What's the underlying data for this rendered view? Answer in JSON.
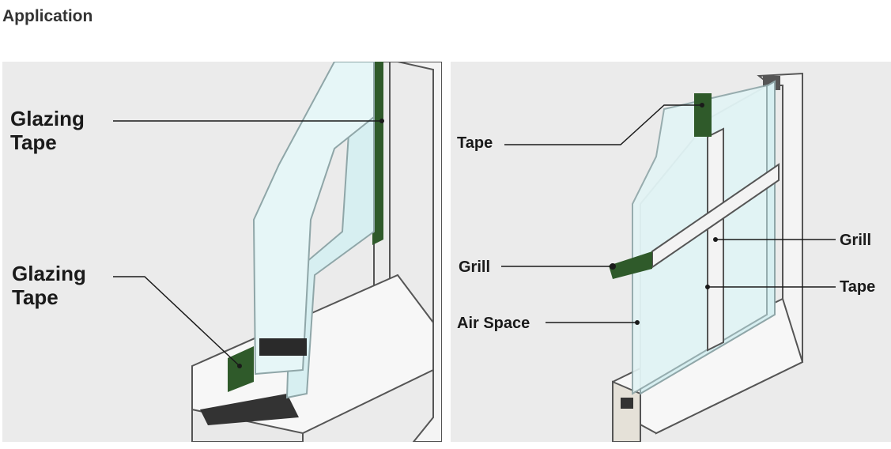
{
  "page": {
    "heading": "Application"
  },
  "left_diagram": {
    "label_top": [
      "Glazing",
      "Tape"
    ],
    "label_bottom": [
      "Glazing",
      "Tape"
    ]
  },
  "right_diagram": {
    "label_tape_top": "Tape",
    "label_grill_left": "Grill",
    "label_air_space": "Air Space",
    "label_grill_right": "Grill",
    "label_tape_right": "Tape"
  },
  "colors": {
    "panel_bg": "#ebebeb",
    "glass": "#d7eff1",
    "glass_edge": "#8fa6a8",
    "tape": "#2f5a2a",
    "frame": "#f4f4f4"
  }
}
